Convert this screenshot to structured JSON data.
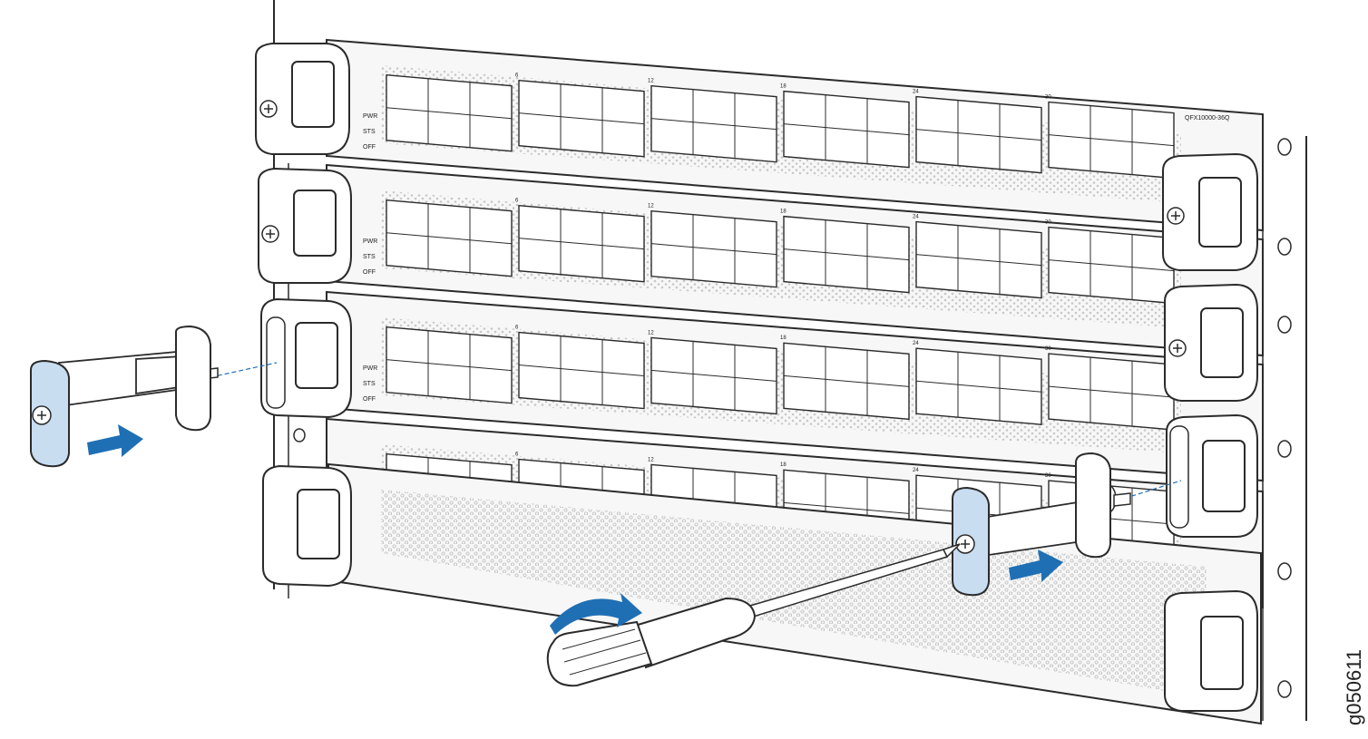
{
  "figure": {
    "id_label": "g050611",
    "model_labels": [
      "QFX10000-36Q",
      "QFX10000-36Q",
      "QFX10000-36Q"
    ],
    "led_labels": {
      "pwr": "PWR",
      "sts": "STS",
      "off": "OFF"
    },
    "line_cards": [
      {
        "ports": [
          "6",
          "12",
          "18",
          "24",
          "30"
        ]
      },
      {
        "ports": [
          "6",
          "12",
          "18",
          "24",
          "30"
        ]
      },
      {
        "ports": [
          "6",
          "12",
          "18",
          "24",
          "30"
        ]
      },
      {
        "ports": [
          "6",
          "12",
          "18",
          "24",
          "30"
        ]
      }
    ]
  },
  "colors": {
    "line": "#2b2b2b",
    "handle_fill": "#c9ddf1",
    "arrow": "#1f6fb5",
    "panel_fill": "#f7f7f7",
    "hex_fill": "#dcdcdc"
  },
  "icons": [
    "screwdriver-icon",
    "arrow-right-icon",
    "rotate-arrow-icon",
    "handle-icon"
  ]
}
